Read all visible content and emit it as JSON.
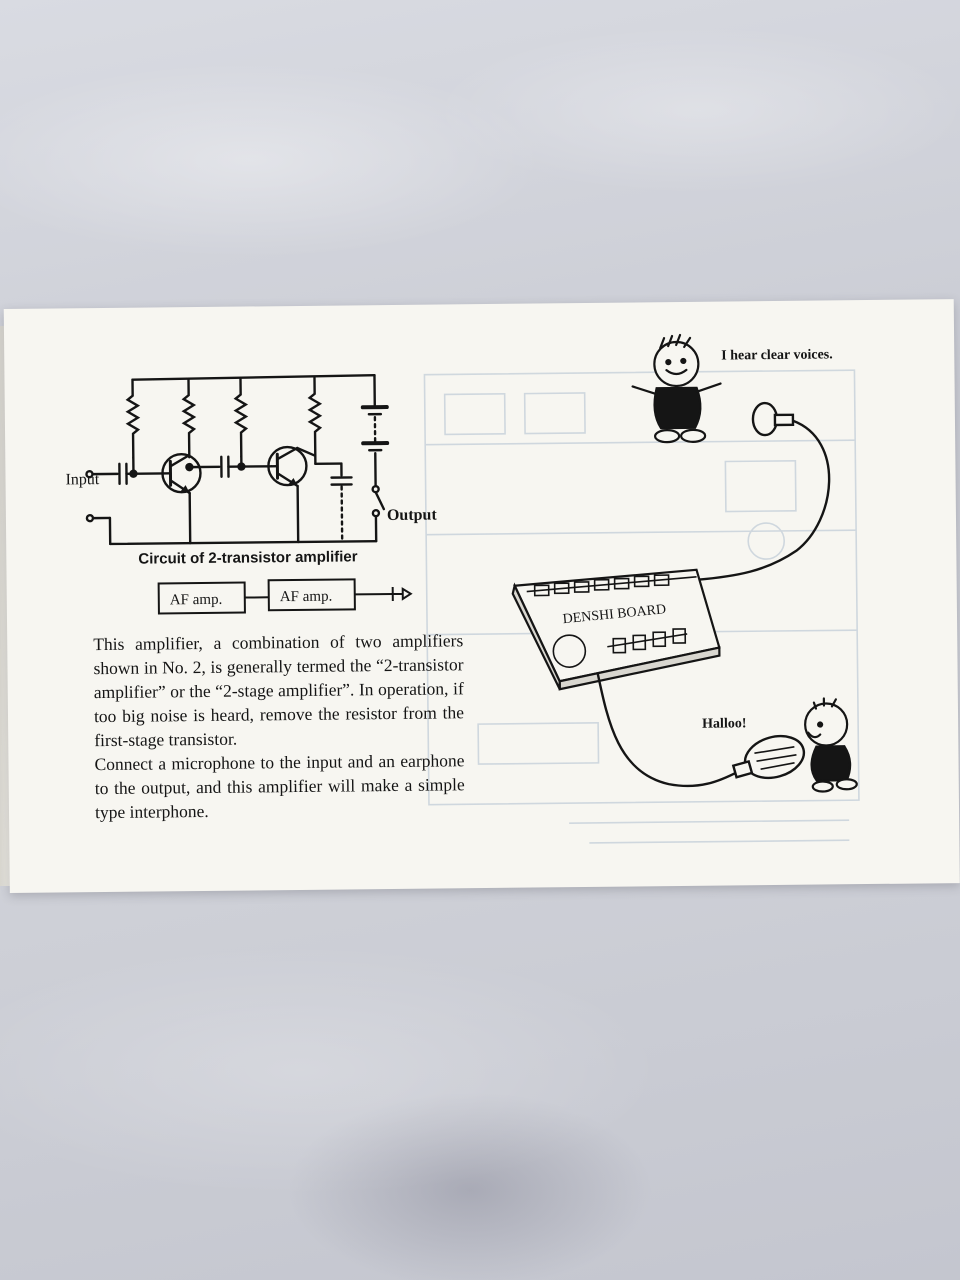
{
  "circuit": {
    "input_label": "Input",
    "output_label": "Output",
    "caption": "Circuit of 2-transistor amplifier"
  },
  "block_diagram": {
    "stage1": "AF amp.",
    "stage2": "AF amp."
  },
  "body_text": {
    "paragraph1": "This amplifier, a combination of two amplifiers shown in No. 2, is generally termed the “2-transistor amplifier” or the “2-stage amplifier”. In operation, if too big noise is heard, remove the resistor from the first-stage transistor.",
    "paragraph2": "Connect a microphone to the input and an earphone to the output, and this amplifier will make a simple type interphone."
  },
  "illustration": {
    "speech_top": "I hear clear voices.",
    "speech_bottom": "Halloo!",
    "board_label": "DENSHI BOARD"
  },
  "colors": {
    "ink": "#151515",
    "paper": "#f7f6f1",
    "bleed_through": "#9fb3c8"
  }
}
